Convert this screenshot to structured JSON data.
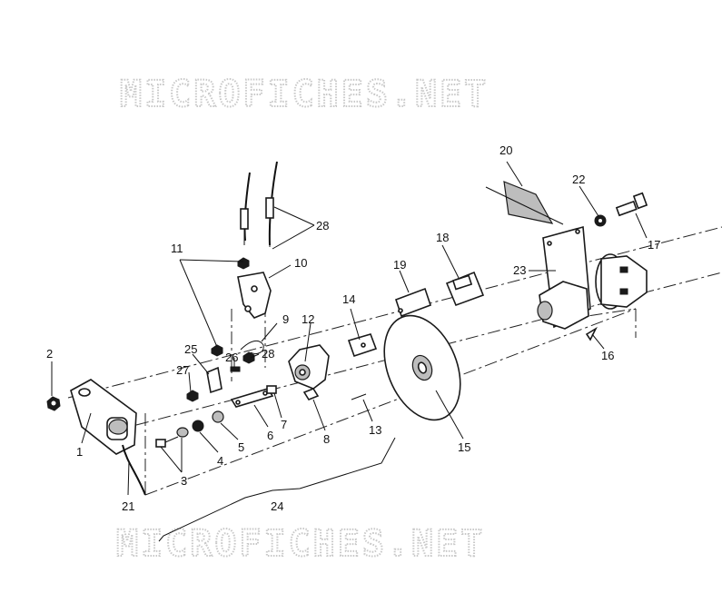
{
  "watermark": {
    "top": "MICROFICHES.NET",
    "bottom": "MICROFICHES.NET"
  },
  "callouts": {
    "c1": "1",
    "c2": "2",
    "c3": "3",
    "c4": "4",
    "c5": "5",
    "c6": "6",
    "c7": "7",
    "c8": "8",
    "c9": "9",
    "c10": "10",
    "c11": "11",
    "c12": "12",
    "c13": "13",
    "c14": "14",
    "c15": "15",
    "c16": "16",
    "c17": "17",
    "c18": "18",
    "c19": "19",
    "c20": "20",
    "c21": "21",
    "c22": "22",
    "c23": "23",
    "c24": "24",
    "c25": "25",
    "c26": "26",
    "c27": "27",
    "c28a": "28",
    "c28b": "28"
  }
}
